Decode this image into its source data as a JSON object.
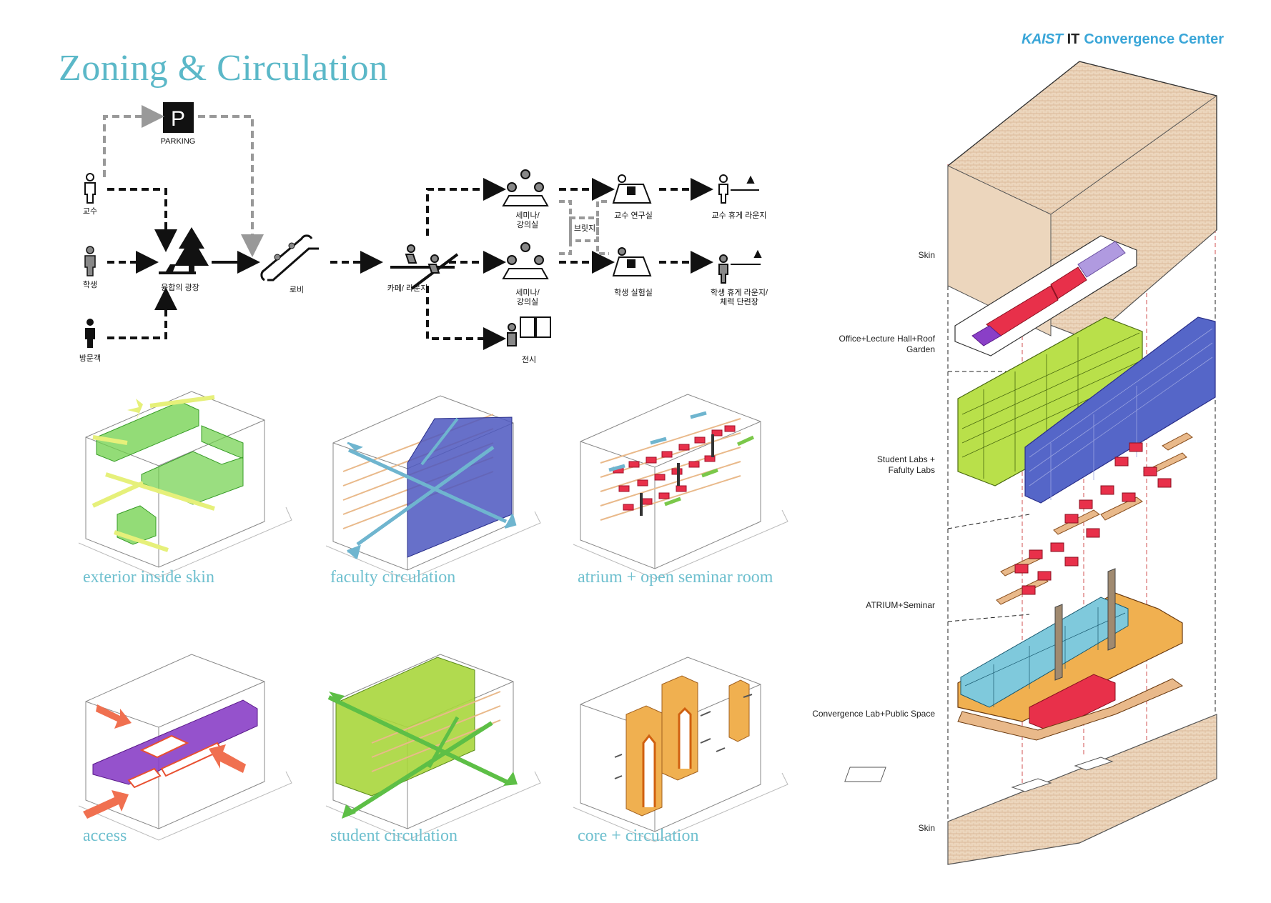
{
  "title": "Zoning & Circulation",
  "brand": {
    "kaist": "KAIST",
    "it": "IT",
    "rest": "Convergence Center"
  },
  "flow": {
    "parking": {
      "icon": "P",
      "label": "PARKING"
    },
    "professor": "교수",
    "student": "학생",
    "visitor": "방문객",
    "plaza": "융합의 광장",
    "lobby": "로비",
    "cafe": "카페/ 라운지",
    "seminar_top": [
      "세미나/",
      "강의실"
    ],
    "seminar_mid": [
      "세미나/",
      "강의실"
    ],
    "exhibit": "전시",
    "bridge": "브릿지",
    "prof_lab": "교수 연구실",
    "student_lab": "학생 실험실",
    "prof_lounge": "교수 휴게 라운지",
    "student_lounge": [
      "학생 휴게 라운지/",
      "체력 단련장"
    ]
  },
  "captions": {
    "c1": "exterior inside skin",
    "c2": "faculty circulation",
    "c3": "atrium + open seminar room",
    "c4": "access",
    "c5": "student circulation",
    "c6": "core +  circulation"
  },
  "layers": {
    "skin_top": "Skin",
    "office": [
      "Office+Lecture Hall+Roof",
      "Garden"
    ],
    "labs": [
      "Student Labs +",
      "Fafulty Labs"
    ],
    "atrium": "ATRIUM+Seminar",
    "convergence": "Convergence Lab+Public Space",
    "skin_bottom": "Skin"
  },
  "colors": {
    "title": "#5bb8c8",
    "green": "#6fd04a",
    "yellow": "#e6f07a",
    "blue": "#5566c8",
    "purple": "#8a3fc7",
    "lime": "#a8d63c",
    "orange": "#f0a84a",
    "red": "#e8304a",
    "cyan": "#7fc9dc",
    "skin": "#e9cfb4"
  }
}
